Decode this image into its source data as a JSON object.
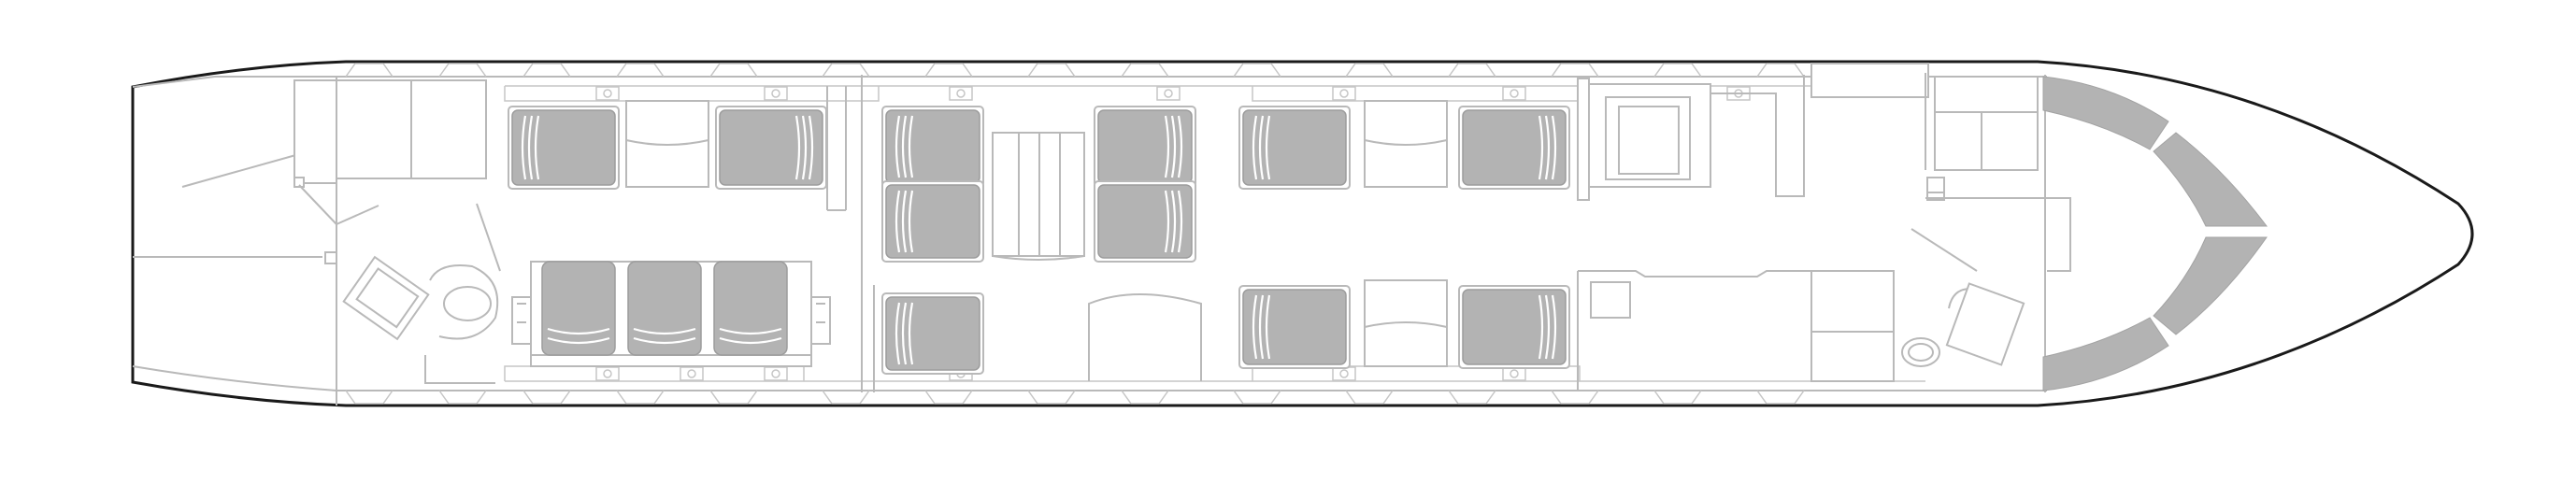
{
  "diagram": {
    "kind": "aircraft-cabin-floor-plan",
    "colors": {
      "hull_outline": "#1a1a1a",
      "interior_lines": "#b9b9b9",
      "seat_fill": "#b3b3b3",
      "background": "#ffffff"
    },
    "sections": [
      {
        "name": "aft-lavatory"
      },
      {
        "name": "club-seating-forward-facing"
      },
      {
        "name": "three-seat-divan"
      },
      {
        "name": "dining-conference-area"
      },
      {
        "name": "forward-club-seating"
      },
      {
        "name": "galley"
      },
      {
        "name": "forward-lavatory"
      },
      {
        "name": "crew-seat"
      },
      {
        "name": "cockpit"
      }
    ],
    "seat_count": 15,
    "window_count": 30
  }
}
